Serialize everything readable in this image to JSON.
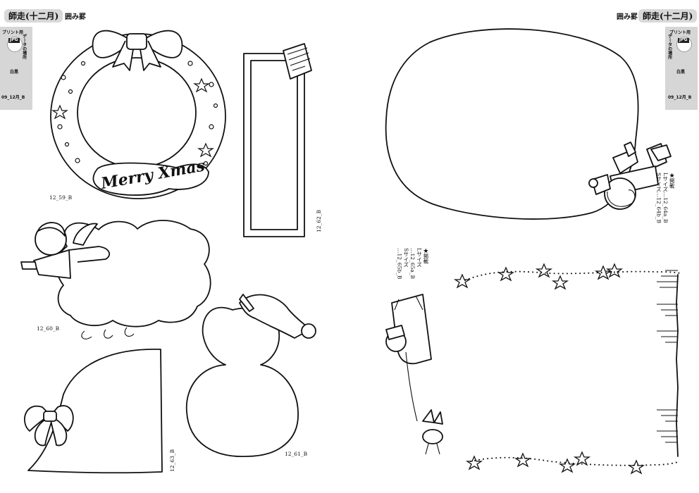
{
  "left_page": {
    "header": {
      "badge": "師走(十二月)",
      "label": "囲み罫"
    },
    "tab": {
      "print": "プリント用",
      "format": "JPG",
      "folder_label": "データの場所",
      "bw": "白黒",
      "folder": "09_12月_B"
    },
    "codes": {
      "wreath": "12_59_B",
      "frame": "12_62_B",
      "angel": "12_60_B",
      "snowman": "12_61_B",
      "bell": "12_63_B"
    },
    "wreath_text": "Merry Xmas"
  },
  "right_page": {
    "header": {
      "badge": "師走(十二月)",
      "label": "囲み罫"
    },
    "tab": {
      "print": "プリント用",
      "format": "JPG",
      "folder_label": "データの場所",
      "bw": "白黒",
      "folder": "09_12月_B"
    },
    "santa_note": {
      "title": "★掲載",
      "line1": "Lサイズ…12_64a_B",
      "line2": "Sサイズ…12_64b_B"
    },
    "sleigh_note": {
      "title": "★掲載",
      "line1": "Lサイズ",
      "line2": "…12_65a_B",
      "line3": "Sサイズ",
      "line4": "…12_65b_B"
    }
  }
}
